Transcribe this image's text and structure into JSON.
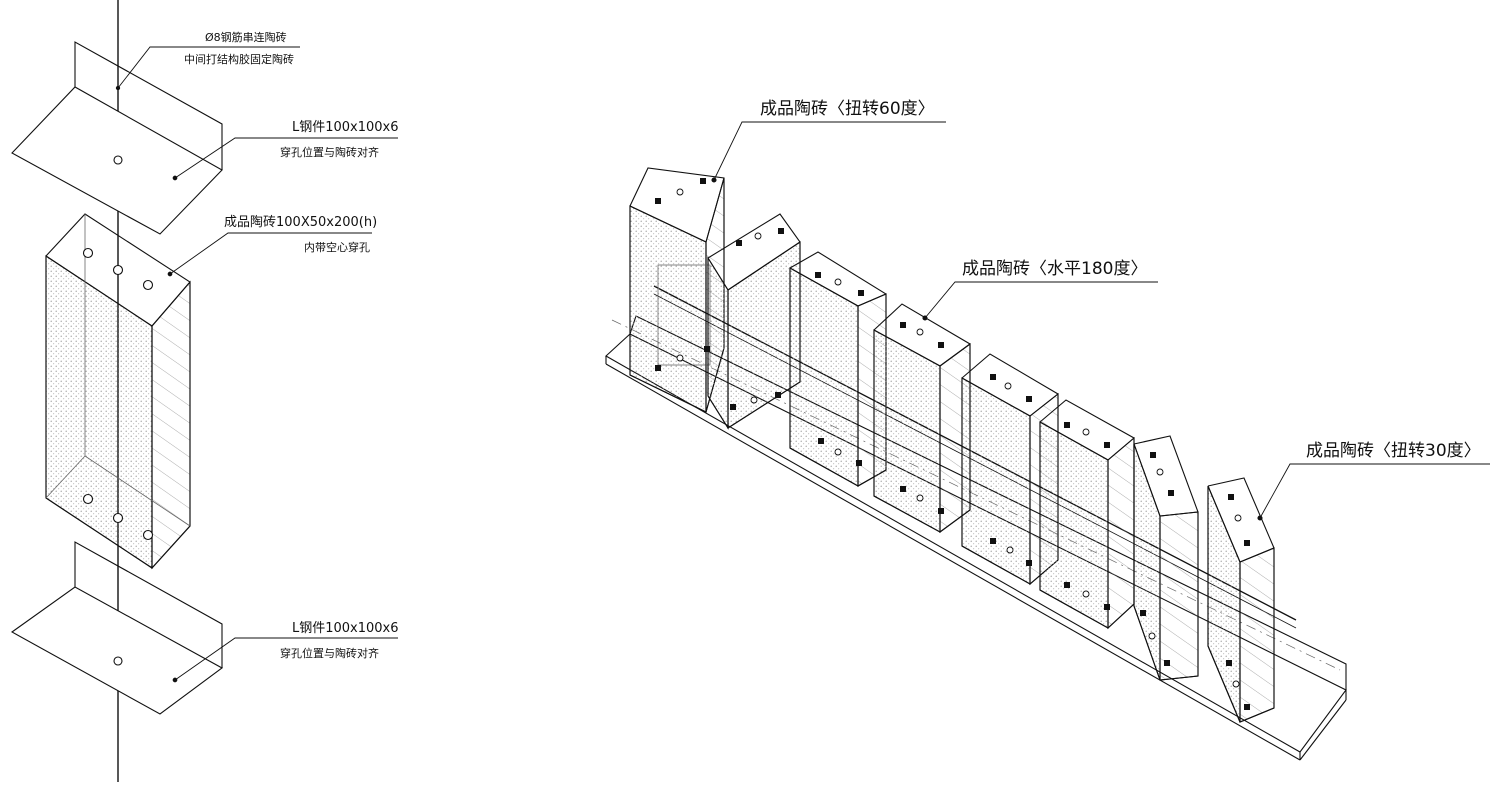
{
  "left_detail": {
    "rod_note_line1": "Ø8钢筋串连陶砖",
    "rod_note_line2": "中间打结构胶固定陶砖",
    "top_angle_note_line1": "L钢件100x100x6",
    "top_angle_note_line2": "穿孔位置与陶砖对齐",
    "tile_note_line1": "成品陶砖100X50x200(h)",
    "tile_note_line2": "内带空心穿孔",
    "bottom_angle_note_line1": "L钢件100x100x6",
    "bottom_angle_note_line2": "穿孔位置与陶砖对齐"
  },
  "right_assembly": {
    "tile_rot60_label": "成品陶砖〈扭转60度〉",
    "tile_flat180_label": "成品陶砖〈水平180度〉",
    "tile_rot30_label": "成品陶砖〈扭转30度〉"
  },
  "colors": {
    "line": "#111111",
    "stipple": "#9a9a9a"
  }
}
